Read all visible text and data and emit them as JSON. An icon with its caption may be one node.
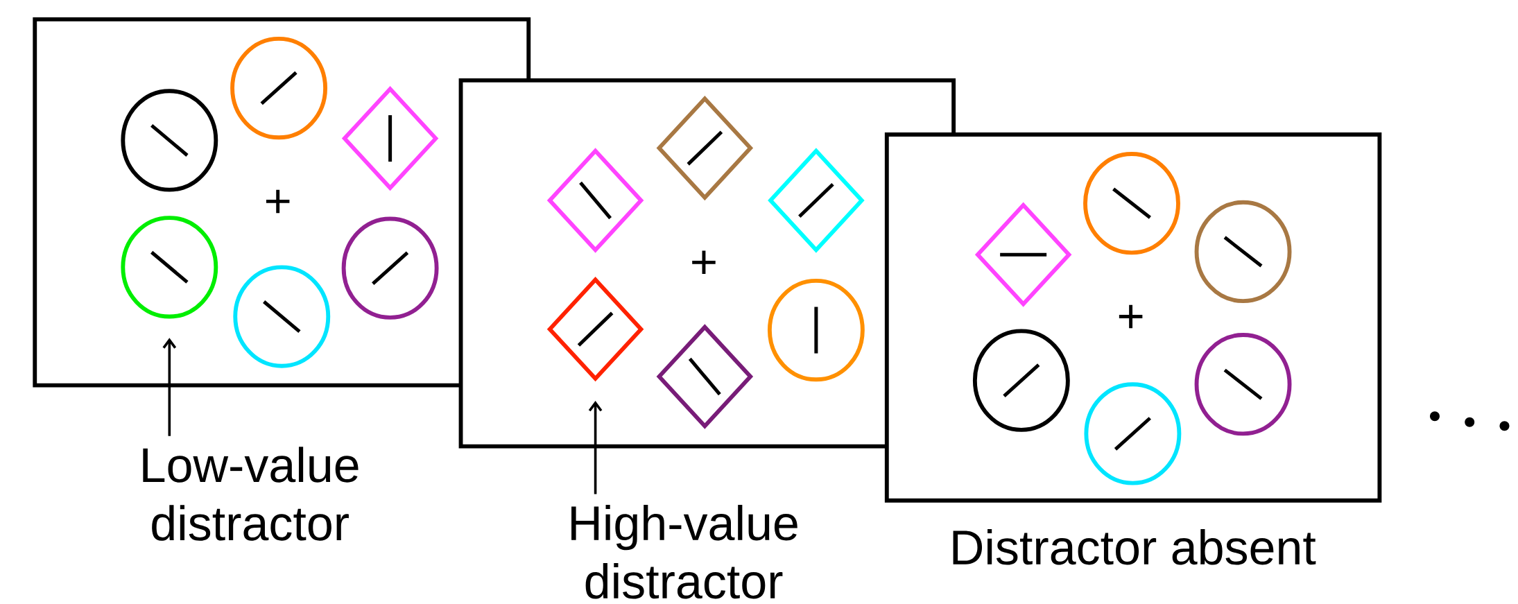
{
  "diagram": {
    "nodes": [
      {
        "text": [],
        "shape": "box"
      },
      {
        "text": [],
        "shape": "circle",
        "in": 0
      },
      {
        "text": [],
        "shape": "circle",
        "in": 0
      },
      {
        "text": [],
        "shape": "diamond",
        "in": 0
      },
      {
        "text": [],
        "shape": "circle",
        "in": 0
      },
      {
        "text": [],
        "shape": "circle",
        "in": 0
      },
      {
        "text": [],
        "shape": "circle",
        "in": 0
      },
      {
        "text": [],
        "shape": "box"
      },
      {
        "text": [],
        "shape": "diamond",
        "in": 7
      },
      {
        "text": [],
        "shape": "diamond",
        "in": 7
      },
      {
        "text": [],
        "shape": "diamond",
        "in": 7
      },
      {
        "text": [],
        "shape": "diamond",
        "in": 7
      },
      {
        "text": [],
        "shape": "diamond",
        "in": 7
      },
      {
        "text": [],
        "shape": "circle",
        "in": 7
      },
      {
        "text": [],
        "shape": "box",
        "beside": [
          "Distractor absent"
        ]
      },
      {
        "text": [],
        "shape": "diamond",
        "in": 14
      },
      {
        "text": [],
        "shape": "circle",
        "in": 14
      },
      {
        "text": [],
        "shape": "circle",
        "in": 14
      },
      {
        "text": [],
        "shape": "circle",
        "in": 14
      },
      {
        "text": [],
        "shape": "circle",
        "in": 14
      },
      {
        "text": [],
        "shape": "circle",
        "in": 14
      },
      {
        "text": [
          "Low-value distractor"
        ]
      },
      {
        "text": [
          "High-value distractor"
        ]
      }
    ],
    "edges": [
      {
        "from": 21,
        "to": 4,
        "arrow": "to"
      },
      {
        "from": 22,
        "to": 11,
        "arrow": "to"
      }
    ]
  }
}
